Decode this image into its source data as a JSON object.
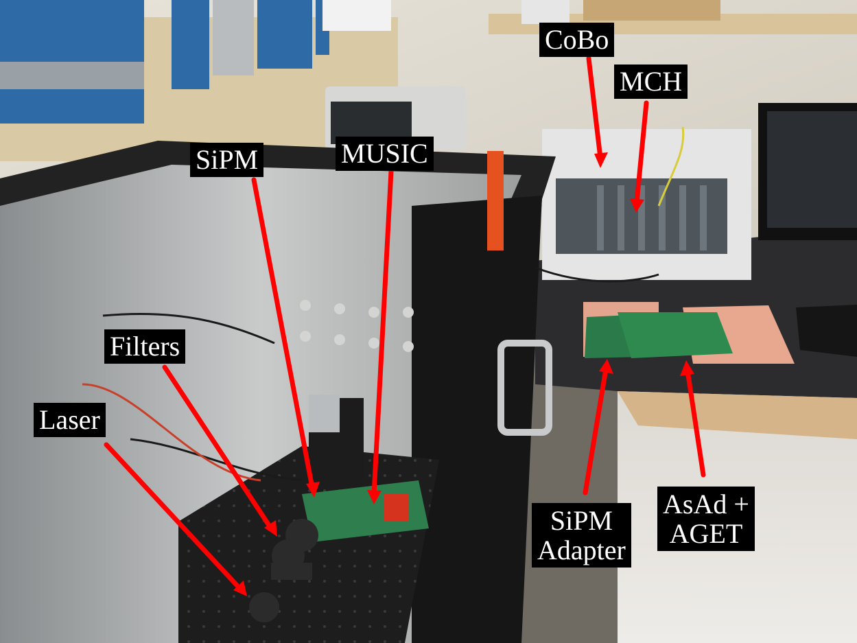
{
  "labels": {
    "cobo": "CoBo",
    "mch": "MCH",
    "sipm": "SiPM",
    "music": "MUSIC",
    "filters": "Filters",
    "laser": "Laser",
    "sipm_adapter": [
      "SiPM",
      "Adapter"
    ],
    "asad_aget": [
      "AsAd +",
      "AGET"
    ]
  },
  "colors": {
    "label_background": "#000000",
    "label_text": "#ffffff",
    "arrow": "#ff0000"
  }
}
